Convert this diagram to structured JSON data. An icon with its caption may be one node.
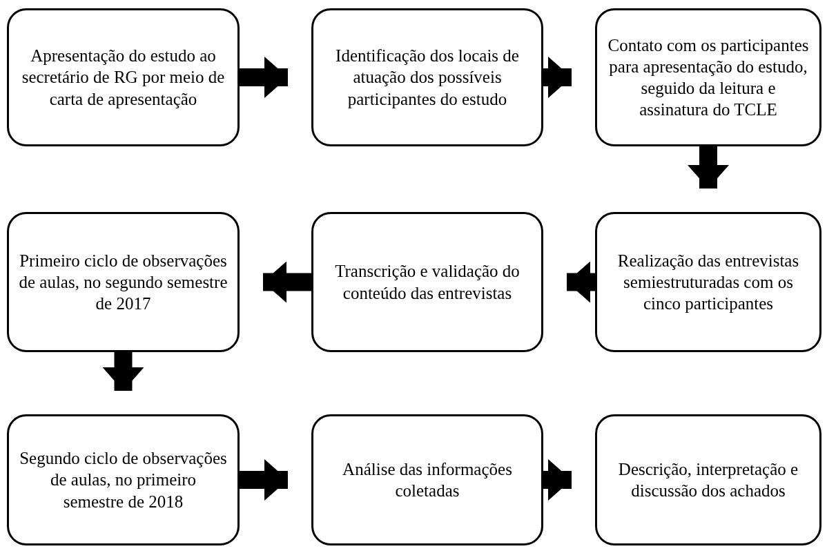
{
  "diagram": {
    "nodes": [
      {
        "text": [
          "Apresentação do estudo ao secretário de RG por meio de carta de apresentação"
        ]
      },
      {
        "text": [
          "Identificação dos locais de atuação dos possíveis participantes do estudo"
        ]
      },
      {
        "text": [
          "Contato com os participantes para apresentação do estudo, seguido da leitura e assinatura do TCLE"
        ]
      },
      {
        "text": [
          "Realização das entrevistas semiestruturadas com os cinco participantes"
        ]
      },
      {
        "text": [
          "Transcrição e validação do conteúdo das entrevistas"
        ]
      },
      {
        "text": [
          "Primeiro ciclo de observações de aulas, no segundo semestre de 2017"
        ]
      },
      {
        "text": [
          "Segundo ciclo de observações de aulas, no primeiro semestre de 2018"
        ]
      },
      {
        "text": [
          "Análise das informações coletadas"
        ]
      },
      {
        "text": [
          "Descrição, interpretação e discussão dos achados"
        ]
      }
    ],
    "edges": [
      {
        "from": 0,
        "to": 1,
        "arrow": "to"
      },
      {
        "from": 1,
        "to": 2,
        "arrow": "to"
      },
      {
        "from": 2,
        "to": 3,
        "arrow": "to"
      },
      {
        "from": 3,
        "to": 4,
        "arrow": "to"
      },
      {
        "from": 4,
        "to": 5,
        "arrow": "to"
      },
      {
        "from": 5,
        "to": 6,
        "arrow": "to"
      },
      {
        "from": 6,
        "to": 7,
        "arrow": "to"
      },
      {
        "from": 7,
        "to": 8,
        "arrow": "to"
      }
    ]
  }
}
